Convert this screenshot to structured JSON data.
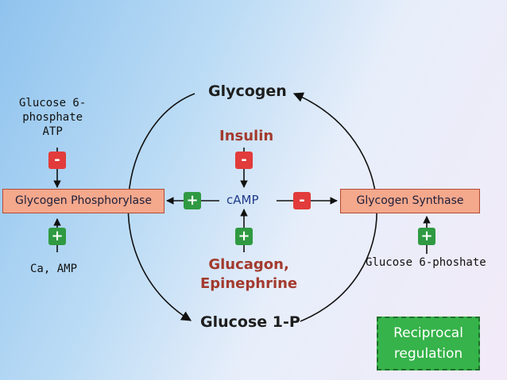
{
  "metabolites": {
    "glycogen": "Glycogen",
    "glucose1p": "Glucose 1-P"
  },
  "hormones": {
    "insulin": "Insulin",
    "glucagon": "Glucagon,\nEpinephrine",
    "camp": "cAMP"
  },
  "enzymes": {
    "phosphorylase": "Glycogen Phosphorylase",
    "synthase": "Glycogen Synthase"
  },
  "regulators": {
    "phosphorylase_inhibitors": "Glucose 6-\nphosphate\nATP",
    "phosphorylase_activators": "Ca, AMP",
    "synthase_activators": "Glucose 6-phoshate"
  },
  "signs": {
    "minus": "-",
    "plus": "+"
  },
  "note": "Reciprocal\nregulation",
  "colors": {
    "inhibit": "#e23b3b",
    "activate": "#2f9a42",
    "enzyme_fill": "#f4a88c",
    "hormone_text": "#a33a2e",
    "note_fill": "#36b34a"
  }
}
